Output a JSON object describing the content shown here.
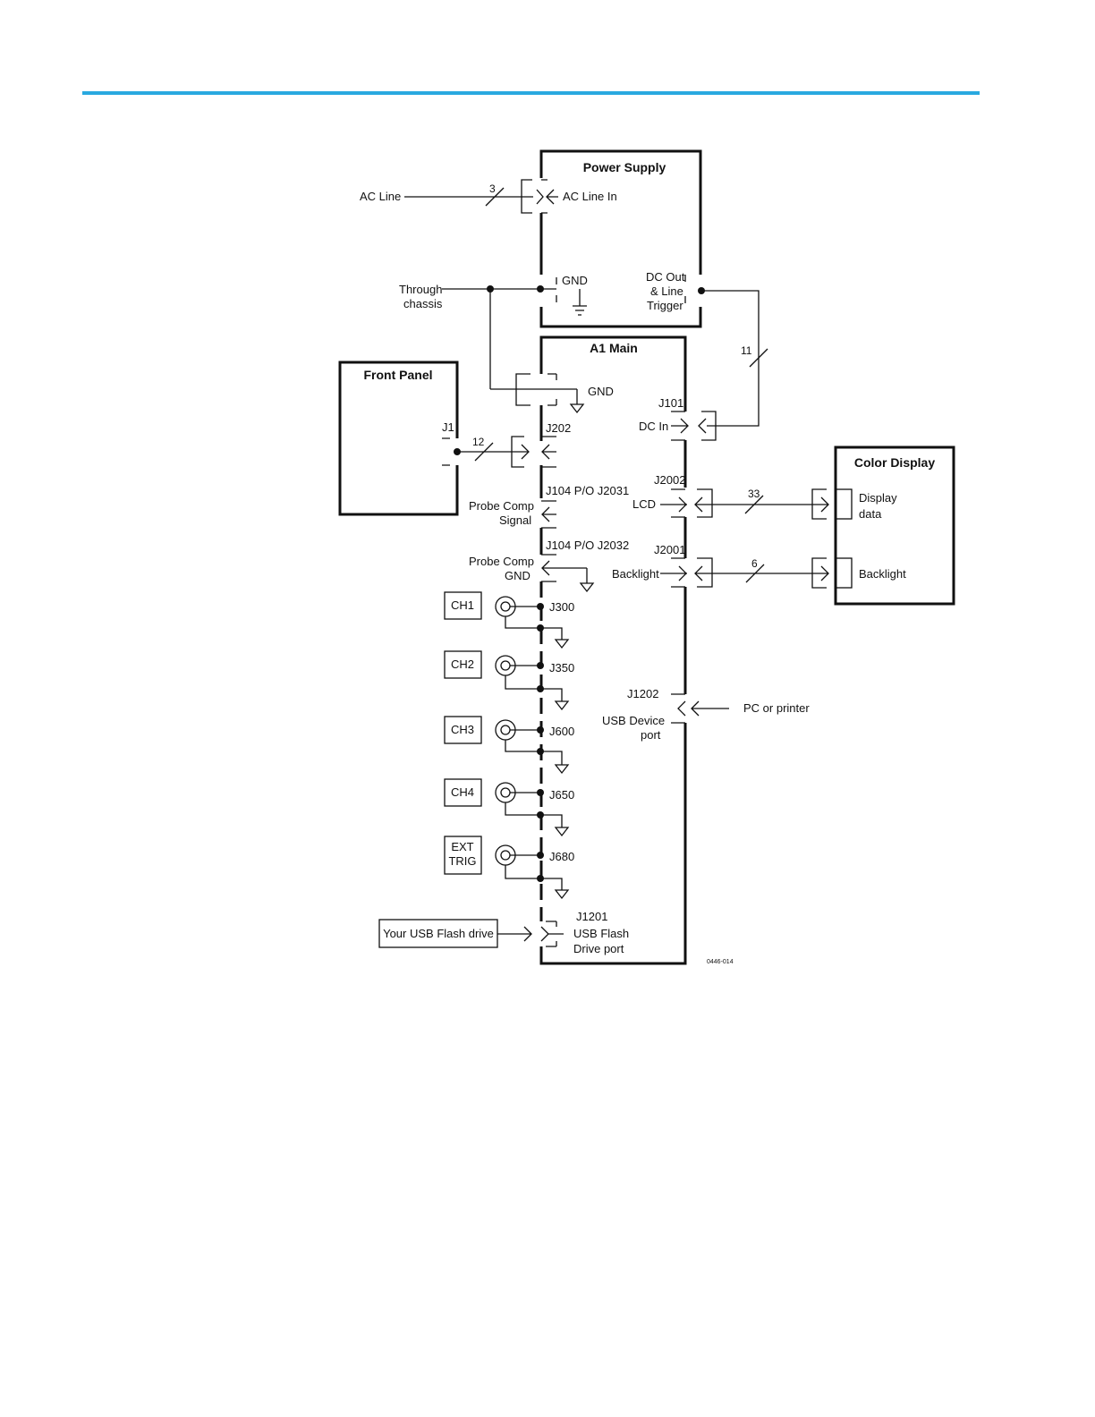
{
  "colors": {
    "rule": "#29a9e0",
    "ink": "#111111"
  },
  "diagram": {
    "blocks": {
      "power_supply": "Power Supply",
      "a1_main": "A1 Main",
      "front_panel": "Front Panel",
      "color_display": "Color Display"
    },
    "labels": {
      "ac_line": "AC Line",
      "ac_line_in": "AC Line In",
      "through": "Through",
      "chassis": "chassis",
      "gnd_ps": "GND",
      "dc_out": "DC Out",
      "and_line": "& Line",
      "trigger": "Trigger",
      "gnd_main": "GND",
      "j101": "J101",
      "dc_in": "DC In",
      "j202": "J202",
      "j1": "J1",
      "j104_j2031": "J104 P/O J2031",
      "probe_comp_1": "Probe Comp",
      "signal": "Signal",
      "j104_j2032": "J104 P/O J2032",
      "probe_comp_2": "Probe Comp",
      "gnd_probe": "GND",
      "j2002": "J2002",
      "lcd": "LCD",
      "j2001": "J2001",
      "backlight_main": "Backlight",
      "display": "Display",
      "data": "data",
      "backlight_disp": "Backlight",
      "j1202": "J1202",
      "usb_device": "USB Device",
      "port": "port",
      "pc_printer": "PC or printer",
      "j1201": "J1201",
      "usb_flash": "USB Flash",
      "drive_port": "Drive port",
      "your_usb": "Your USB Flash drive",
      "fig_id": "0446-014"
    },
    "bus_counts": {
      "ac": "3",
      "dc": "11",
      "fp": "12",
      "lcd": "33",
      "bl": "6"
    },
    "channels": [
      {
        "name": "CH1",
        "connector": "J300"
      },
      {
        "name": "CH2",
        "connector": "J350"
      },
      {
        "name": "CH3",
        "connector": "J600"
      },
      {
        "name": "CH4",
        "connector": "J650"
      },
      {
        "name_line1": "EXT",
        "name_line2": "TRIG",
        "connector": "J680"
      }
    ]
  }
}
